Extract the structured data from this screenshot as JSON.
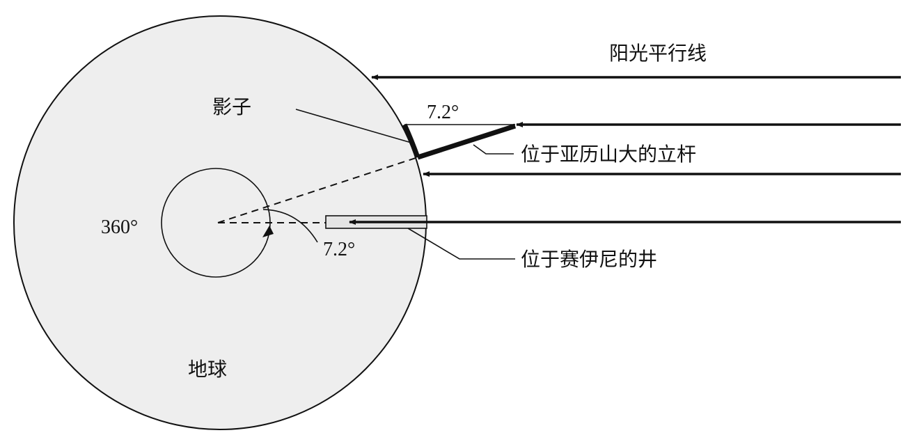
{
  "labels": {
    "sunlight": "阳光平行线",
    "shadow": "影子",
    "angle_top": "7.2°",
    "rod": "位于亚历山大的立杆",
    "full_circle": "360°",
    "angle_center": "7.2°",
    "well": "位于赛伊尼的井",
    "earth": "地球"
  },
  "colors": {
    "earth_fill": "#eeeeee",
    "ink": "#111111"
  }
}
